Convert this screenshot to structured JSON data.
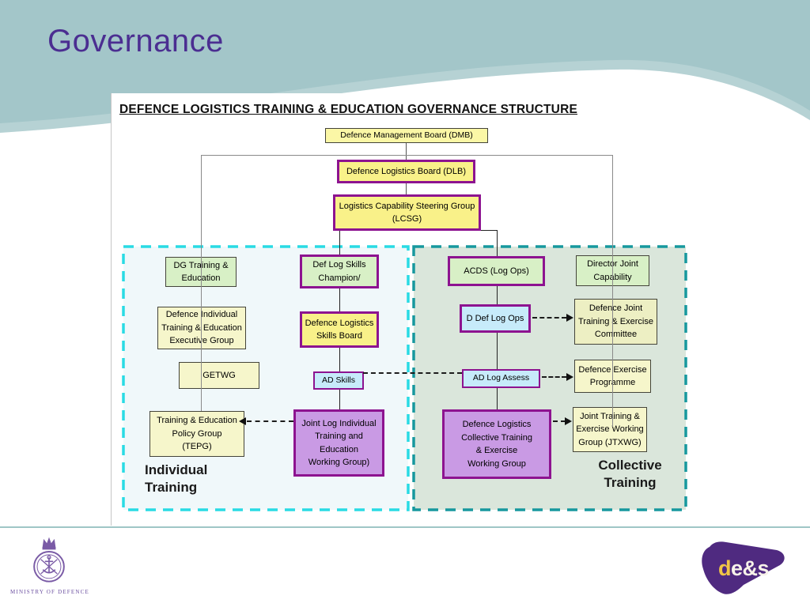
{
  "slide": {
    "title": "Governance"
  },
  "diagram": {
    "heading": "DEFENCE LOGISTICS TRAINING & EDUCATION GOVERNANCE STRUCTURE",
    "boxes": {
      "dmb": {
        "label": "Defence Management Board (DMB)"
      },
      "dlb": {
        "label": "Defence Logistics Board (DLB)"
      },
      "lcsg": {
        "label": "Logistics Capability Steering Group\n(LCSG)"
      },
      "dg": {
        "label": "DG Training &\nEducation"
      },
      "defind": {
        "label": "Defence Individual\nTraining & Education\nExecutive Group"
      },
      "getwg": {
        "label": "GETWG"
      },
      "tepg": {
        "label": "Training & Education\nPolicy Group\n(TEPG)"
      },
      "champion": {
        "label": "Def Log Skills\nChampion/"
      },
      "skillsboard": {
        "label": "Defence Logistics\nSkills Board"
      },
      "adskills": {
        "label": "AD Skills"
      },
      "jointlog": {
        "label": "Joint Log Individual\nTraining and\nEducation\nWorking Group)"
      },
      "acds": {
        "label": "ACDS (Log Ops)"
      },
      "ddeflogops": {
        "label": "D Def Log Ops"
      },
      "adlogassess": {
        "label": "AD Log Assess"
      },
      "collwg": {
        "label": "Defence Logistics\nCollective Training\n& Exercise\nWorking Group"
      },
      "director": {
        "label": "Director Joint\nCapability"
      },
      "committee": {
        "label": "Defence Joint\nTraining & Exercise\nCommittee"
      },
      "programme": {
        "label": "Defence Exercise\nProgramme"
      },
      "jtxwg": {
        "label": "Joint Training &\nExercise Working\nGroup (JTXWG)"
      }
    },
    "sections": {
      "individual": {
        "label": "Individual\nTraining"
      },
      "collective": {
        "label": "Collective\nTraining"
      }
    }
  },
  "footer": {
    "ministry_caption": "MINISTRY OF DEFENCE",
    "des_first": "d",
    "des_rest": "e&s"
  },
  "colors": {
    "slide_background": "#a3c6c9",
    "title_purple": "#4b2e91",
    "individual_dash": "#29dbe4",
    "individual_fill": "#f0f8fa",
    "collective_dash": "#17989e",
    "collective_fill": "#dae6db",
    "node_purple_border": "#8d1390",
    "yellow_fill": "#f9f189",
    "green_fill": "#d8f0c6",
    "blue_fill": "#c7ebfa",
    "cream_fill": "#f6f6cb",
    "lilac_fill": "#c99ae4",
    "des_logo_purple": "#4f2a80",
    "mod_crest_purple": "#7a5ba6"
  }
}
